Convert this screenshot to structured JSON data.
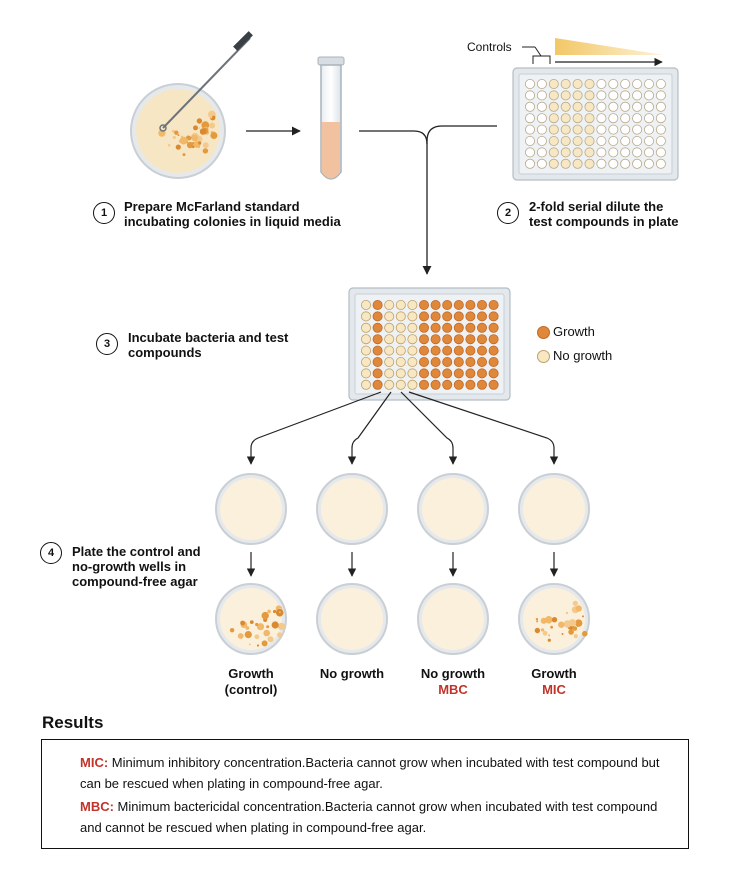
{
  "steps": [
    {
      "num": "1",
      "line1": "Prepare McFarland standard",
      "line2": "incubating colonies in liquid media"
    },
    {
      "num": "2",
      "line1": "2-fold serial dilute the",
      "line2": "test compounds in plate"
    },
    {
      "num": "3",
      "line1": "Incubate bacteria and test",
      "line2": "compounds"
    },
    {
      "num": "4",
      "line1": "Plate the control and",
      "line2": "no-growth wells in",
      "line3": "compound-free agar"
    }
  ],
  "controls_label": "Controls",
  "legend": [
    {
      "label": "Growth",
      "color": "#e0883a"
    },
    {
      "label": "No growth",
      "color": "#f7e8c3"
    }
  ],
  "outcomes": [
    {
      "line1": "Growth",
      "line2": "(control)",
      "line2_red": false
    },
    {
      "line1": "No growth",
      "line2": "",
      "line2_red": false
    },
    {
      "line1": "No growth",
      "line2": "MBC",
      "line2_red": true
    },
    {
      "line1": "Growth",
      "line2": "MIC",
      "line2_red": true
    }
  ],
  "results": {
    "title": "Results",
    "mic_term": "MIC:",
    "mic_text": " Minimum inhibitory concentration.Bacteria cannot grow when incubated with test compound but can be rescued when plating in compound-free agar.",
    "mbc_term": "MBC:",
    "mbc_text": " Minimum bactericidal concentration.Bacteria cannot grow when incubated with test compound and cannot be rescued when plating in compound-free agar."
  },
  "colors": {
    "growth": "#e0883a",
    "no_growth": "#f7e8c3",
    "agar": "#fbf0dc",
    "accent_red": "#c2342a",
    "tube_liquid": "#f2c2a0"
  },
  "plate3_growth_from_column": 6
}
